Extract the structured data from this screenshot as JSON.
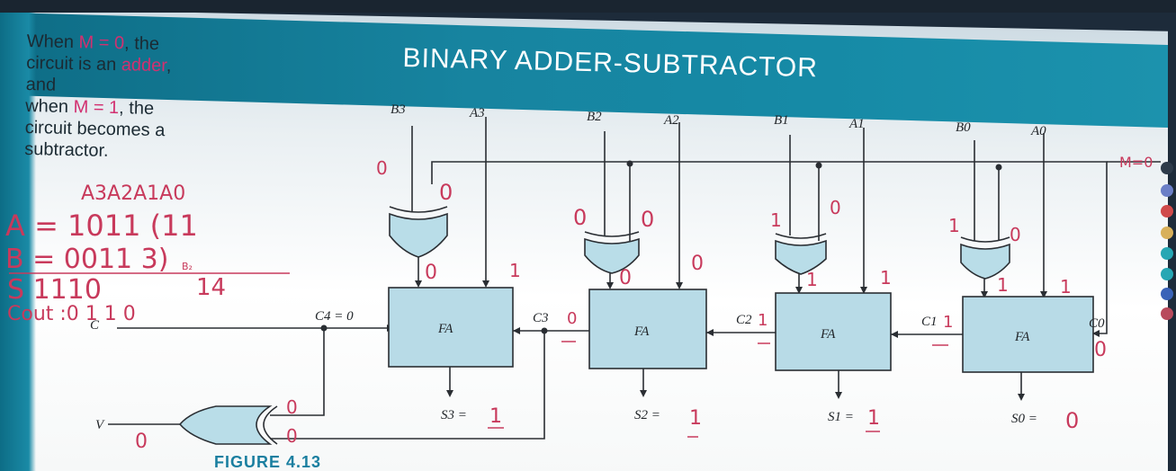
{
  "slide": {
    "title": "BINARY ADDER-SUBTRACTOR",
    "note_lines": [
      {
        "pre": "When ",
        "hl": "M = 0",
        "post": ", the"
      },
      {
        "pre": "circuit is an ",
        "hl": "adder",
        "post": ","
      },
      {
        "pre": "and",
        "hl": "",
        "post": ""
      },
      {
        "pre": "when ",
        "hl": "M = 1",
        "post": ", the"
      },
      {
        "pre": "circuit becomes a",
        "hl": "",
        "post": ""
      },
      {
        "pre": "subtractor.",
        "hl": "",
        "post": ""
      }
    ],
    "figure_label": "FIGURE 4.13"
  },
  "diagram": {
    "inputs": [
      "B3",
      "A3",
      "B2",
      "A2",
      "B1",
      "A1",
      "B0",
      "A0"
    ],
    "fa_label": "FA",
    "carries": [
      "C4 = 0",
      "C3",
      "C2",
      "C1",
      "C0"
    ],
    "sums": [
      "S3 =",
      "S2 =",
      "S1 =",
      "S0 ="
    ],
    "v_label": "V",
    "c_label": "C",
    "m_label": "M=0"
  },
  "handwriting": {
    "header": "A3A2A1A0",
    "a_row": "A = 1011   (11",
    "b_row": "B = 0011       3)",
    "b_sub": "B₂",
    "s_row": "S   1110",
    "s_sum": "14",
    "cout_row": "Cout :0 1 1 0",
    "xor_top": [
      "0",
      "0",
      "0",
      "0",
      "1",
      "0",
      "1",
      "0"
    ],
    "fa_inputs": [
      "0",
      "1",
      "0",
      "0",
      "1",
      "1",
      "1",
      "1"
    ],
    "sum_vals": [
      "1",
      "1",
      "1",
      "0"
    ],
    "carry_vals": [
      "0",
      "0",
      "1",
      "1",
      "0"
    ],
    "v_vals": [
      "0",
      "0",
      "0"
    ]
  },
  "colors": {
    "title_band": "#1784a0",
    "ink": "#c83a5c",
    "gate_fill": "#b9dde8",
    "fa_fill": "#b8dbe7"
  }
}
